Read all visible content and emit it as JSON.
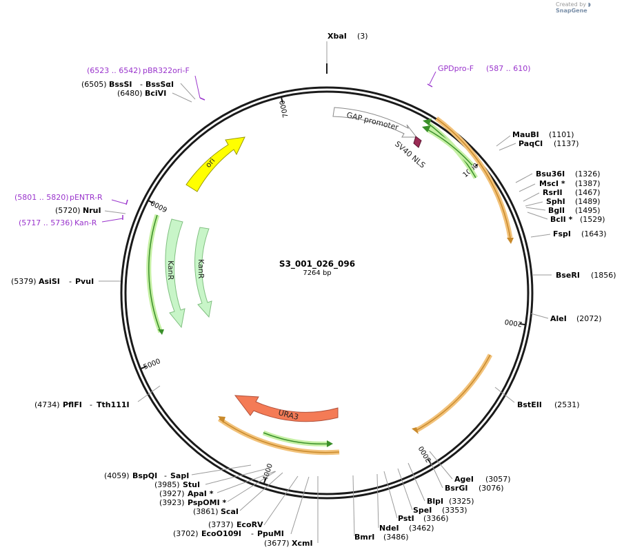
{
  "header": {
    "credit_prefix": "Created by",
    "credit_brand": "SnapGene"
  },
  "plasmid": {
    "name": "S3_001_026_096",
    "length_label": "7264 bp",
    "length": 7264
  },
  "ticks": [
    "1000",
    "2000",
    "3000",
    "4000",
    "5000",
    "6000",
    "7000"
  ],
  "features": [
    {
      "name": "GAP promoter",
      "color": "#ffffff",
      "stroke": "#888888"
    },
    {
      "name": "SV40 NLS",
      "color": "#9b2c55",
      "stroke": "#5a1530"
    },
    {
      "name": "ori",
      "color": "#ffff00",
      "stroke": "#999900"
    },
    {
      "name": "KanR",
      "color": "#c8f5c8",
      "stroke": "#7fbf7f"
    },
    {
      "name": "KanR",
      "color": "#c8f5c8",
      "stroke": "#7fbf7f"
    },
    {
      "name": "URA3",
      "color": "#f47b56",
      "stroke": "#b0503a"
    }
  ],
  "primers": [
    {
      "name": "pBR322ori-F",
      "range": "(6523 .. 6542)"
    },
    {
      "name": "GPDpro-F",
      "range": "(587 .. 610)"
    },
    {
      "name": "pENTR-R",
      "range": "(5801 .. 5820)"
    },
    {
      "name": "Kan-R",
      "range": "(5717 .. 5736)"
    }
  ],
  "sites": [
    {
      "name": "XbaI",
      "pos": "(3)"
    },
    {
      "name": "BssSI",
      "pos": "(6505)",
      "name2": "BssSαI"
    },
    {
      "name": "BciVI",
      "pos": "(6480)"
    },
    {
      "name": "MauBI",
      "pos": "(1101)"
    },
    {
      "name": "PaqCI",
      "pos": "(1137)"
    },
    {
      "name": "Bsu36I",
      "pos": "(1326)"
    },
    {
      "name": "MscI *",
      "pos": "(1387)"
    },
    {
      "name": "RsrII",
      "pos": "(1467)"
    },
    {
      "name": "SphI",
      "pos": "(1489)"
    },
    {
      "name": "BglI",
      "pos": "(1495)"
    },
    {
      "name": "BclI *",
      "pos": "(1529)"
    },
    {
      "name": "FspI",
      "pos": "(1643)"
    },
    {
      "name": "BseRI",
      "pos": "(1856)"
    },
    {
      "name": "AleI",
      "pos": "(2072)"
    },
    {
      "name": "BstEII",
      "pos": "(2531)"
    },
    {
      "name": "AgeI",
      "pos": "(3057)"
    },
    {
      "name": "BsrGI",
      "pos": "(3076)"
    },
    {
      "name": "BlpI",
      "pos": "(3325)"
    },
    {
      "name": "SpeI",
      "pos": "(3353)"
    },
    {
      "name": "PstI",
      "pos": "(3366)"
    },
    {
      "name": "NdeI",
      "pos": "(3462)"
    },
    {
      "name": "BmrI",
      "pos": "(3486)"
    },
    {
      "name": "XcmI",
      "pos": "(3677)"
    },
    {
      "name": "EcoO109I",
      "pos": "(3702)",
      "name2": "PpuMI"
    },
    {
      "name": "EcoRV",
      "pos": "(3737)"
    },
    {
      "name": "ScaI",
      "pos": "(3861)"
    },
    {
      "name": "PspOMI *",
      "pos": "(3923)"
    },
    {
      "name": "ApaI *",
      "pos": "(3927)"
    },
    {
      "name": "StuI",
      "pos": "(3985)"
    },
    {
      "name": "BspQI",
      "pos": "(4059)",
      "name2": "SapI"
    },
    {
      "name": "PflFI",
      "pos": "(4734)",
      "name2": "Tth111I"
    },
    {
      "name": "AsiSI",
      "pos": "(5379)",
      "name2": "PvuI"
    },
    {
      "name": "NruI",
      "pos": "(5720)"
    }
  ],
  "colors": {
    "backbone": "#1a1a1a",
    "primer": "#9933cc",
    "orf_outer": "#f2c27a",
    "orf_inner": "#f7a23b",
    "green_orf_outer": "#c5f0a4",
    "green_orf_inner": "#3a8f2a",
    "leader": "#9a9a9a"
  }
}
